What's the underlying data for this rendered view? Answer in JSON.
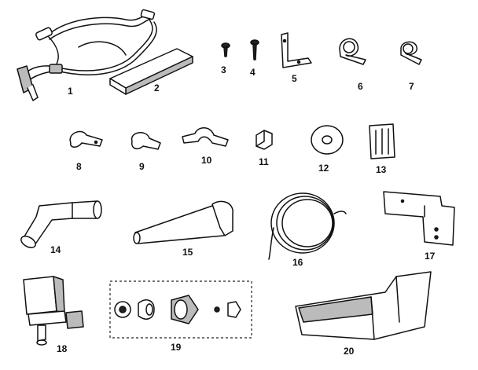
{
  "diagram": {
    "title": "",
    "parts": [
      {
        "id": "part-1",
        "number": "1"
      },
      {
        "id": "part-2",
        "number": "2"
      },
      {
        "id": "part-3",
        "number": "3"
      },
      {
        "id": "part-4",
        "number": "4"
      },
      {
        "id": "part-5",
        "number": "5"
      },
      {
        "id": "part-6",
        "number": "6"
      },
      {
        "id": "part-7",
        "number": "7"
      },
      {
        "id": "part-8",
        "number": "8"
      },
      {
        "id": "part-9",
        "number": "9"
      },
      {
        "id": "part-10",
        "number": "10"
      },
      {
        "id": "part-11",
        "number": "11"
      },
      {
        "id": "part-12",
        "number": "12"
      },
      {
        "id": "part-13",
        "number": "13"
      },
      {
        "id": "part-14",
        "number": "14"
      },
      {
        "id": "part-15",
        "number": "15"
      },
      {
        "id": "part-16",
        "number": "16"
      },
      {
        "id": "part-17",
        "number": "17"
      },
      {
        "id": "part-18",
        "number": "18"
      },
      {
        "id": "part-19",
        "number": "19"
      },
      {
        "id": "part-20",
        "number": "20"
      }
    ]
  }
}
